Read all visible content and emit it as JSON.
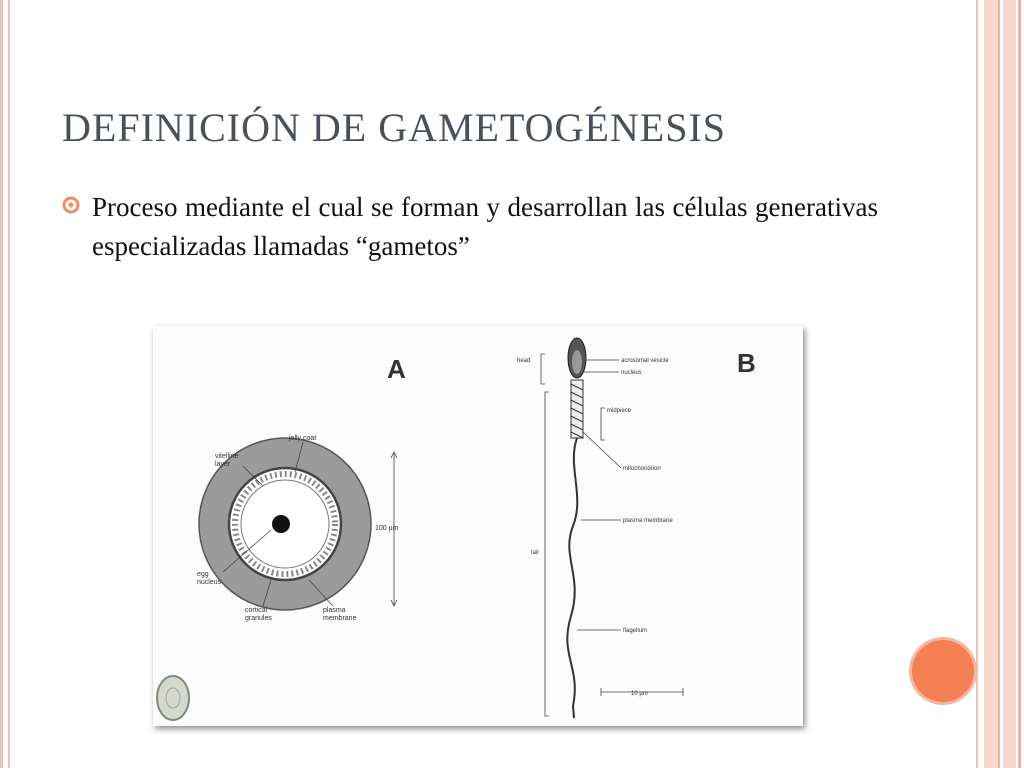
{
  "slide": {
    "title": "DEFINICIÓN DE GAMETOGÉNESIS",
    "bullets": [
      {
        "text": "Proceso mediante el cual se forman y desarrollan las células generativas especializadas llamadas “gametos”",
        "icon": "bullet-circle-icon"
      }
    ]
  },
  "figure": {
    "panel_a": {
      "letter": "A",
      "labels": {
        "vitelline": [
          "vitelline",
          "layer"
        ],
        "jelly_coat": "jelly coat",
        "nucleus": [
          "egg",
          "nucleus"
        ],
        "cortical": [
          "cortical",
          "granules"
        ],
        "plasma": [
          "plasma",
          "membrane"
        ],
        "scale": "100 µm"
      }
    },
    "panel_b": {
      "letter": "B",
      "labels": {
        "head": "head",
        "tail": "tail",
        "acrosomal": "acrosomal vesicle",
        "nucleus": "nucleus",
        "midpiece": "midpiece",
        "mitochondrion": "mitochondrion",
        "plasma": "plasma membrane",
        "flagellum": "flagellum",
        "scale": "10 µm"
      }
    }
  },
  "colors": {
    "title": "#4a4f5e",
    "accent": "#f47f52",
    "stripe": "#f3c1b3"
  }
}
